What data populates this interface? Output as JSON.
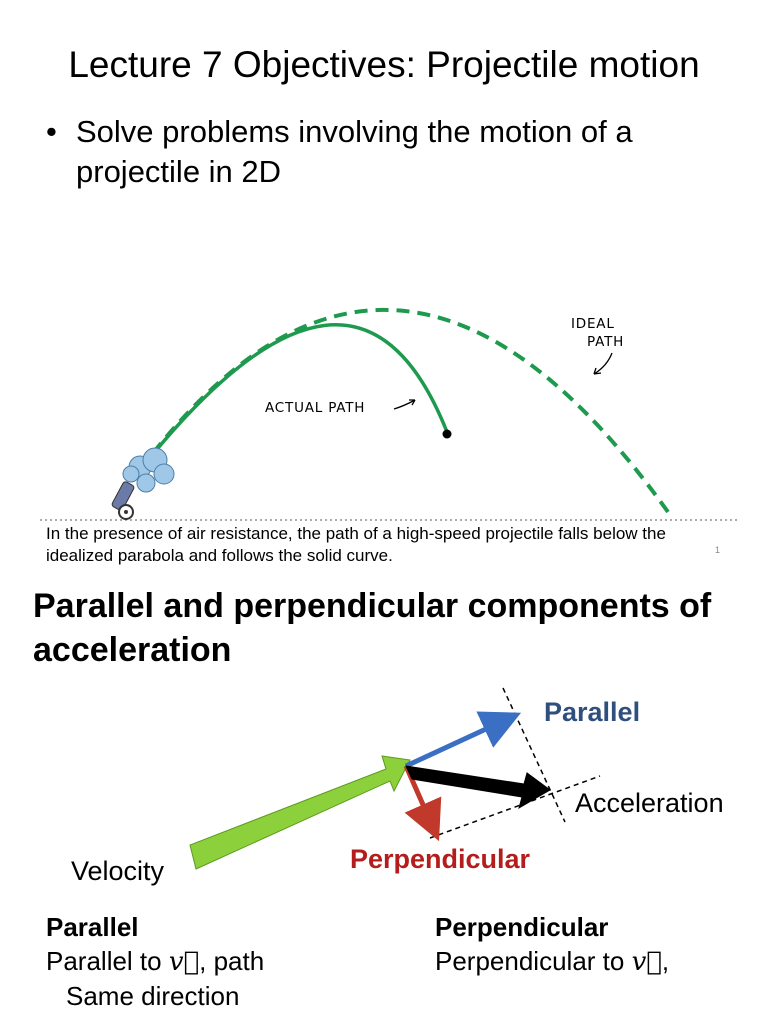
{
  "slide": {
    "title": "Lecture 7 Objectives: Projectile motion",
    "bullet_symbol": "•",
    "bullet_text": "Solve problems involving the motion of a projectile in 2D"
  },
  "figure1": {
    "ideal_label_line1": "IDEAL",
    "ideal_label_line2": "PATH",
    "actual_label": "ACTUAL PATH",
    "caption": "In the presence of air resistance, the path of a high-speed projectile falls below the idealized parabola and follows the solid curve.",
    "slide_number": "1",
    "colors": {
      "path": "#1e9a4e",
      "cannon": "#6c7aa8",
      "smoke": "#9fc7e8"
    }
  },
  "section2": {
    "heading": "Parallel and perpendicular components of acceleration",
    "labels": {
      "parallel": "Parallel",
      "acceleration": "Acceleration",
      "perpendicular": "Perpendicular",
      "velocity": "Velocity"
    },
    "colors": {
      "parallel": "#3a6fc4",
      "perpendicular": "#c0392b",
      "velocity": "#8cd13c",
      "acceleration": "#000000"
    },
    "columns": {
      "left": {
        "heading": "Parallel",
        "line1_prefix": "Parallel to ",
        "line1_symbol": "v⃗",
        "line1_suffix": ", path",
        "line2": "Same direction"
      },
      "right": {
        "heading": "Perpendicular",
        "line1_prefix": "Perpendicular to ",
        "line1_symbol": "v⃗",
        "line1_suffix": ","
      }
    }
  }
}
